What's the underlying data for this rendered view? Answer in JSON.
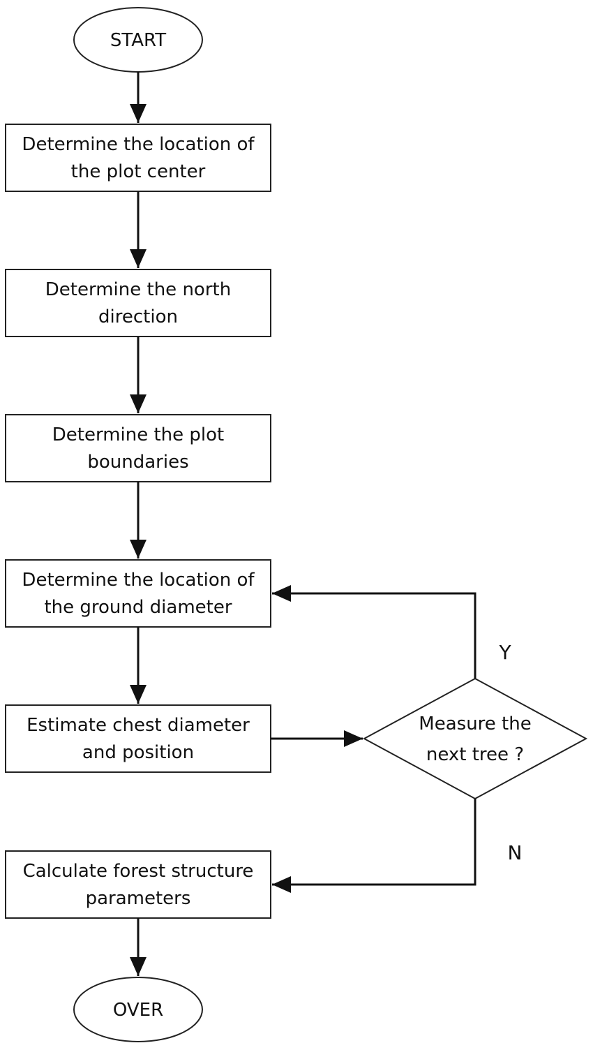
{
  "nodes": {
    "start": {
      "line1": "START"
    },
    "plot_center": {
      "line1": "Determine the location of",
      "line2": "the plot center"
    },
    "north_direction": {
      "line1": "Determine the north",
      "line2": "direction"
    },
    "plot_boundaries": {
      "line1": "Determine the plot",
      "line2": "boundaries"
    },
    "ground_diameter": {
      "line1": "Determine the location of",
      "line2": "the ground diameter"
    },
    "chest_diameter": {
      "line1": "Estimate chest diameter",
      "line2": "and position"
    },
    "decision": {
      "line1": "Measure the",
      "line2": "next tree ?"
    },
    "forest_parameters": {
      "line1": "Calculate forest structure",
      "line2": "parameters"
    },
    "over": {
      "line1": "OVER"
    }
  },
  "edge_labels": {
    "yes": "Y",
    "no": "N"
  }
}
